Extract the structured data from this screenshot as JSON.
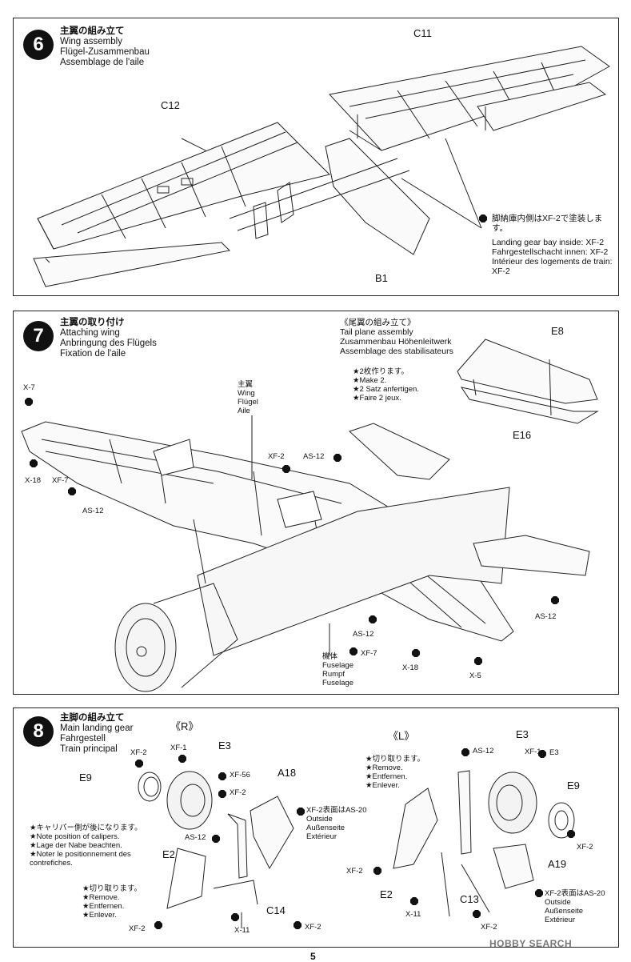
{
  "step6": {
    "number": "6",
    "title_jp": "主翼の組み立て",
    "title_en": "Wing assembly",
    "title_de": "Flügel-Zusammenbau",
    "title_fr": "Assemblage de l'aile",
    "parts": {
      "c11": "C11",
      "c12": "C12",
      "b1": "B1"
    },
    "note": {
      "jp": "脚納庫内側はXF-2で塗装します。",
      "en": "Landing gear bay inside: XF-2",
      "de": "Fahrgestellschacht innen: XF-2",
      "fr1": "Intérieur des logements de train:",
      "fr2": "XF-2"
    }
  },
  "step7": {
    "number": "7",
    "title_jp": "主翼の取り付け",
    "title_en": "Attaching wing",
    "title_de": "Anbringung des Flügels",
    "title_fr": "Fixation de l'aile",
    "tail": {
      "title_jp": "《尾翼の組み立て》",
      "title_en": "Tail plane assembly",
      "title_de": "Zusammenbau Höhenleitwerk",
      "title_fr": "Assemblage des stabilisateurs",
      "make_jp": "★2枚作ります。",
      "make_en": "★Make 2.",
      "make_de": "★2 Satz anfertigen.",
      "make_fr": "★Faire 2 jeux."
    },
    "parts": {
      "e8": "E8",
      "e16": "E16"
    },
    "wing": {
      "jp": "主翼",
      "en": "Wing",
      "de": "Flügel",
      "fr": "Aile"
    },
    "fuselage": {
      "jp": "機体",
      "en": "Fuselage",
      "de": "Rumpf",
      "fr": "Fuselage"
    },
    "paints": {
      "x7": "X-7",
      "x18_left": "X-18",
      "xf7_left": "XF-7",
      "as12_left": "AS-12",
      "xf2": "XF-2",
      "as12_top": "AS-12",
      "as12_right": "AS-12",
      "as12_mid": "AS-12",
      "xf7_mid": "XF-7",
      "x18_mid": "X-18",
      "x5": "X-5"
    }
  },
  "step8": {
    "number": "8",
    "title_jp": "主脚の組み立て",
    "title_en": "Main landing gear",
    "title_de": "Fahrgestell",
    "title_fr": "Train principal",
    "right_label": "《R》",
    "left_label": "《L》",
    "r_parts": {
      "e3": "E3",
      "e9": "E9",
      "a18": "A18",
      "e2": "E2",
      "c14": "C14"
    },
    "l_parts": {
      "e3": "E3",
      "e9": "E9",
      "a19": "A19",
      "e2": "E2",
      "c13": "C13"
    },
    "r_paints": {
      "xf2_a": "XF-2",
      "xf1": "XF-1",
      "xf56": "XF-56",
      "xf2_b": "XF-2",
      "as12": "AS-12",
      "xf2_c": "XF-2",
      "x11": "X-11",
      "xf2_d": "XF-2"
    },
    "l_paints": {
      "as12": "AS-12",
      "xf1": "XF-1",
      "xf2_a": "XF-2",
      "xf2_b": "XF-2",
      "x11": "X-11",
      "xf2_c": "XF-2"
    },
    "outside_r": {
      "jp": "XF-2表面はAS-20",
      "en": "Outside",
      "de": "Außenseite",
      "fr": "Extérieur"
    },
    "outside_l": {
      "jp": "XF-2表面はAS-20",
      "en": "Outside",
      "de": "Außenseite",
      "fr": "Extérieur"
    },
    "caliper": {
      "jp": "★キャリパー側が後になります。",
      "en": "★Note position of calipers.",
      "de": "★Lage der Nabe beachten.",
      "fr1": "★Noter le positionnement des",
      "fr2": "contrefiches."
    },
    "cut_r": {
      "jp": "★切り取ります。",
      "en": "★Remove.",
      "de": "★Entfernen.",
      "fr": "★Enlever."
    },
    "cut_l": {
      "jp": "★切り取ります。",
      "en": "★Remove.",
      "de": "★Entfernen.",
      "fr": "★Enlever."
    }
  },
  "footer": {
    "page": "5",
    "brand": "HOBBY SEARCH"
  }
}
